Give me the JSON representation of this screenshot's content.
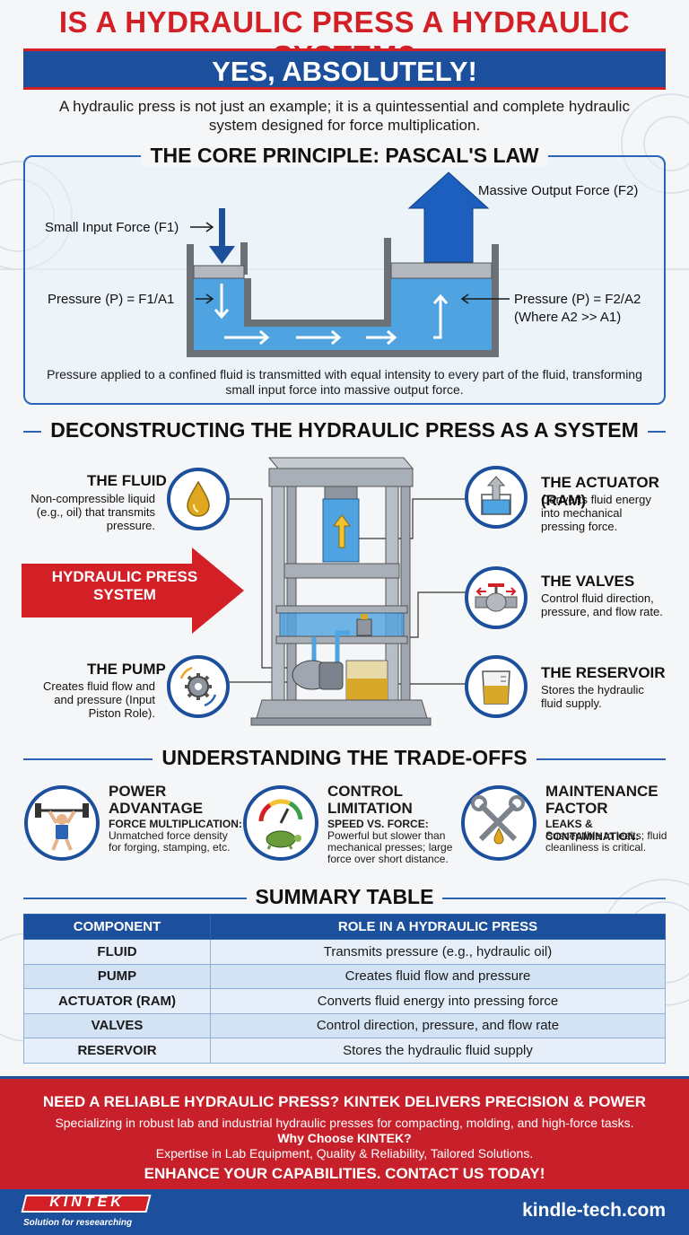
{
  "header": {
    "title": "IS A HYDRAULIC PRESS A HYDRAULIC SYSTEM?",
    "banner": "YES, ABSOLUTELY!",
    "intro": "A hydraulic press is not just an example; it is a quintessential and complete hydraulic system designed for force multiplication."
  },
  "pascal": {
    "heading": "THE CORE PRINCIPLE: PASCAL'S LAW",
    "output_force": "Massive Output Force (F2)",
    "input_force": "Small Input Force (F1)",
    "pressure_left": "Pressure (P) = F1/A1",
    "pressure_right": "Pressure (P) = F2/A2",
    "pressure_right_note": "(Where A2 >> A1)",
    "caption": "Pressure applied to a confined fluid is transmitted with equal intensity to every part of the fluid, transforming small input force into massive output force."
  },
  "system": {
    "heading": "DECONSTRUCTING THE HYDRAULIC PRESS AS A SYSTEM",
    "center_label": "HYDRAULIC PRESS SYSTEM",
    "components": {
      "fluid": {
        "title": "THE FLUID",
        "desc": "Non-compressible liquid (e.g., oil) that transmits pressure."
      },
      "pump": {
        "title": "THE PUMP",
        "desc": "Creates fluid flow and and pressure (Input Piston Role)."
      },
      "actuator": {
        "title": "THE ACTUATOR (RAM)",
        "desc": "Converts fluid energy into mechanical pressing force."
      },
      "valves": {
        "title": "THE VALVES",
        "desc": "Control fluid direction, pressure, and flow rate."
      },
      "reservoir": {
        "title": "THE RESERVOIR",
        "desc": "Stores the hydraulic fluid supply."
      }
    }
  },
  "tradeoffs": {
    "heading": "UNDERSTANDING THE TRADE-OFFS",
    "items": [
      {
        "title": "POWER ADVANTAGE",
        "sub": "FORCE MULTIPLICATION:",
        "desc": "Unmatched force density for forging, stamping, etc."
      },
      {
        "title": "CONTROL LIMITATION",
        "sub": "SPEED VS. FORCE:",
        "desc": "Powerful but slower than mechanical presses; large force over short distance."
      },
      {
        "title": "MAINTENANCE FACTOR",
        "sub": "LEAKS & CONTAMINATION:",
        "desc": "Susceptible to leaks; fluid cleanliness is critical."
      }
    ]
  },
  "summary": {
    "heading": "SUMMARY TABLE",
    "columns": [
      "COMPONENT",
      "ROLE IN A HYDRAULIC PRESS"
    ],
    "rows": [
      [
        "FLUID",
        "Transmits pressure (e.g., hydraulic oil)"
      ],
      [
        "PUMP",
        "Creates fluid flow and pressure"
      ],
      [
        "ACTUATOR (RAM)",
        "Converts fluid energy into pressing force"
      ],
      [
        "VALVES",
        "Control direction, pressure, and flow rate"
      ],
      [
        "RESERVOIR",
        "Stores the hydraulic fluid supply"
      ]
    ]
  },
  "footer": {
    "cta_title": "NEED A RELIABLE HYDRAULIC PRESS? KINTEK DELIVERS PRECISION & POWER",
    "cta_text": "Specializing in robust lab and industrial hydraulic presses for compacting, molding, and high-force tasks.",
    "why_title": "Why Choose KINTEK?",
    "why_text": "Expertise in Lab Equipment, Quality & Reliability, Tailored Solutions.",
    "cta_action": "ENHANCE YOUR CAPABILITIES. CONTACT US TODAY!",
    "logo": "KINTEK",
    "tagline": "Solution for reseearching",
    "website": "kindle-tech.com"
  },
  "colors": {
    "red": "#d32027",
    "blue": "#1c4f9c",
    "fluid_blue": "#4fa3e0",
    "oil": "#d8a82a"
  }
}
